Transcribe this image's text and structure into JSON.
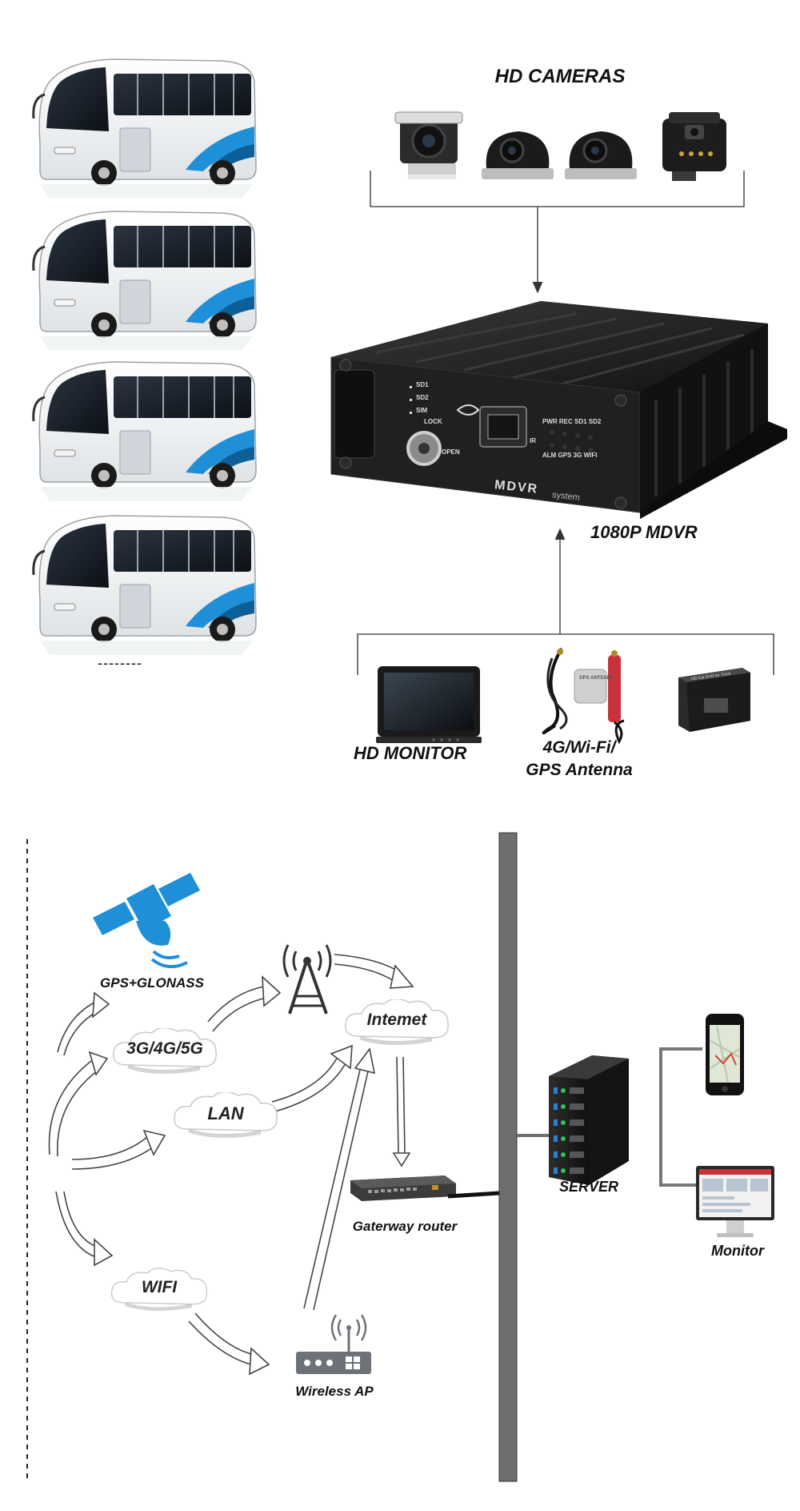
{
  "top": {
    "cameras_title": "HD CAMERAS",
    "mdvr_label": "1080P MDVR",
    "mdvr_brand": "MDVR",
    "mdvr_brand_sub": "system",
    "mdvr_slots": [
      "SD1",
      "SD2",
      "SIM"
    ],
    "mdvr_lock": "LOCK",
    "mdvr_open": "OPEN",
    "mdvr_led_top": "PWR REC SD1 SD2",
    "mdvr_led_bottom": "ALM GPS 3G WIFI",
    "mdvr_ir": "IR",
    "monitor_label": "HD MONITOR",
    "antenna_label_1": "4G/Wi-Fi/",
    "antenna_label_2": "GPS Antenna",
    "antenna_gps_tag": "GPS ANTENNA",
    "box_text": "HD Car DVR for Truck",
    "ellipsis": "--------"
  },
  "network": {
    "gps": "GPS+GLONASS",
    "cellular": "3G/4G/5G",
    "lan": "LAN",
    "internet": "Intemet",
    "wifi": "WIFI",
    "router": "Gaterway router",
    "wireless_ap": "Wireless AP",
    "server": "SERVER",
    "monitor": "Monitor"
  },
  "colors": {
    "satellite_blue": "#1f8fd8",
    "bus_stripe": "#1f8fd8",
    "server_led_green": "#2ec04a",
    "server_led_blue": "#2b7fd8",
    "mdvr_body": "#1c1c1c",
    "backbone": "#6e6e6e"
  }
}
